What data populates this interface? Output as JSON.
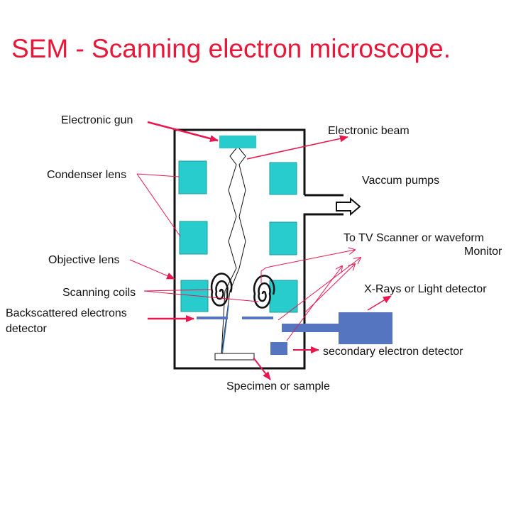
{
  "title": "SEM - Scanning electron microscope.",
  "colors": {
    "title": "#e8173a",
    "arrow": "#e8174e",
    "lens": "#28cccc",
    "detector": "#5575c0",
    "outline": "#111111"
  },
  "labels": {
    "electronic_gun": "Electronic gun",
    "electronic_beam": "Electronic beam",
    "condenser_lens": "Condenser lens",
    "vaccum_pumps": "Vaccum pumps",
    "tv_scanner_line1": "To TV Scanner or waveform",
    "tv_scanner_line2": "Monitor",
    "objective_lens": "Objective lens",
    "x_rays": "X-Rays or Light  detector",
    "scanning_coils": "Scanning coils",
    "backscattered_line1": "Backscattered electrons",
    "backscattered_line2": "detector",
    "secondary_detector": "secondary electron detector",
    "specimen": "Specimen or sample"
  }
}
